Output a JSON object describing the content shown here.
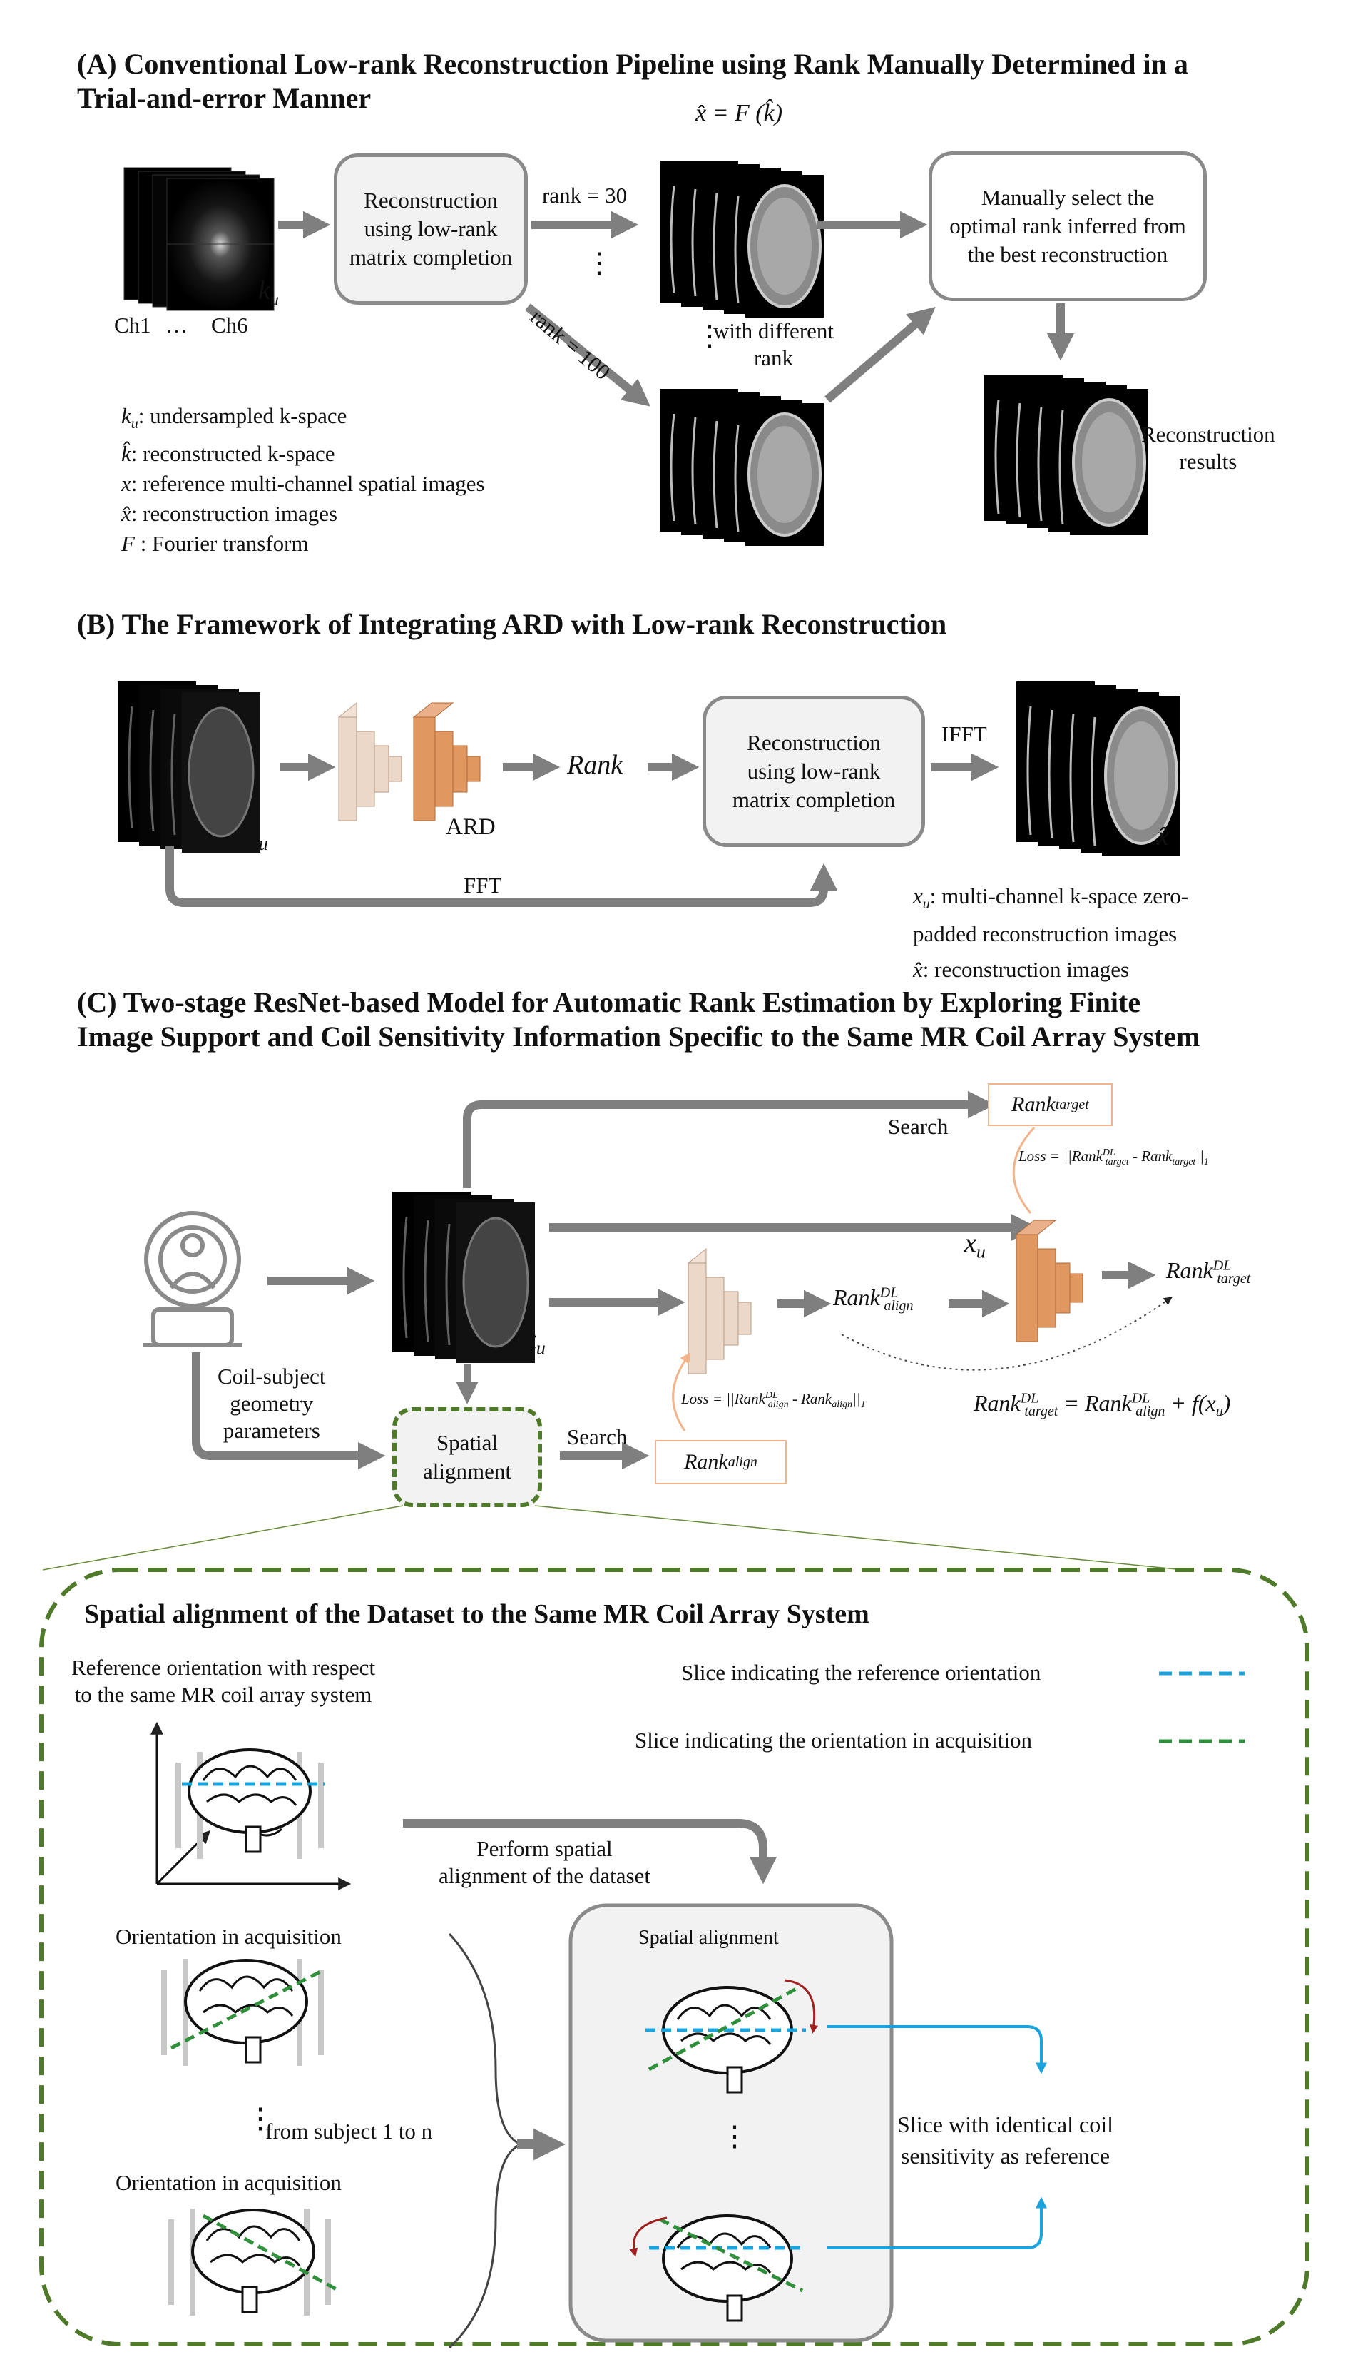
{
  "colors": {
    "arrow_gray": "#7f7f7f",
    "box_fill": "#f2f2f2",
    "box_border": "#8a8a8a",
    "ard_light": "#ecd8c8",
    "ard_dark": "#e19860",
    "orange_border": "#f2b48a",
    "green_dash": "#2f8f3a",
    "panel_border": "#4f7a2a",
    "blue_line": "#1aa3dd",
    "red_arrow": "#a02020"
  },
  "sectionA": {
    "title_line1": "(A) Conventional Low-rank Reconstruction Pipeline using Rank Manually Determined in a",
    "title_line2": "Trial-and-error Manner",
    "ch1": "Ch1",
    "dots": "…",
    "ch6": "Ch6",
    "ku": "k",
    "ku_sub": "u",
    "recon_box": "Reconstruction\nusing low-rank\nmatrix completion",
    "rank30": "rank = 30",
    "rank100": "rank = 100",
    "vdots": "⋮",
    "xhat_formula": "x̂ = F (k̂)",
    "with_diff": "with different\nrank",
    "manual_box": "Manually select the\noptimal rank inferred from\nthe best reconstruction",
    "recon_results": "Reconstruction\nresults",
    "legend": [
      {
        "sym": "k",
        "sub": "u",
        "text": ": undersampled k-space"
      },
      {
        "sym": "k̂",
        "sub": "",
        "text": ": reconstructed k-space"
      },
      {
        "sym": "x",
        "sub": "",
        "text": ": reference multi-channel spatial images"
      },
      {
        "sym": "x̂",
        "sub": "",
        "text": ": reconstruction images"
      },
      {
        "sym": "F",
        "sub": "",
        "text": " : Fourier transform"
      }
    ]
  },
  "sectionB": {
    "title": "(B) The Framework of Integrating ARD with Low-rank Reconstruction",
    "xu": "x",
    "xu_sub": "u",
    "ard": "ARD",
    "rank": "Rank",
    "recon_box": "Reconstruction\nusing low-rank\nmatrix completion",
    "ifft": "IFFT",
    "xhat": "x̂",
    "fft": "FFT",
    "legend1_sym": "x",
    "legend1_sub": "u",
    "legend1": ": multi-channel k-space zero-",
    "legend1b": "padded reconstruction images",
    "legend2_sym": "x̂",
    "legend2": ": reconstruction images"
  },
  "sectionC": {
    "title_line1": "(C) Two-stage ResNet-based Model for Automatic Rank Estimation by Exploring Finite",
    "title_line2": "Image Support and Coil Sensitivity Information Specific to the Same MR Coil Array System",
    "rank_target": "Rank",
    "rank_target_sub": "target",
    "search_top": "Search",
    "loss_top": "Loss = ||Rank",
    "loss_top_sup": "DL",
    "loss_top_sub": "target",
    "loss_top_mid": " - Rank",
    "loss_top_sub2": "target",
    "loss_top_end": "||",
    "loss_top_norm": "1",
    "xu": "x",
    "xu_sub": "u",
    "rank_target_dl": "Rank",
    "rank_target_dl_sup": "DL",
    "rank_target_dl_sub": "target",
    "rank_align_dl": "Rank",
    "rank_align_dl_sup": "DL",
    "rank_align_dl_sub": "align",
    "formula_lhs": "Rank",
    "formula_lhs_sup": "DL",
    "formula_lhs_sub": "target",
    "formula_mid": " = Rank",
    "formula_mid_sup": "DL",
    "formula_mid_sub": "align",
    "formula_end": " + f(x",
    "formula_end_sub": "u",
    "formula_close": ")",
    "coil_text": "Coil-subject\ngeometry\nparameters",
    "spatial_box": "Spatial\nalignment",
    "search_bottom": "Search",
    "loss_bottom": "Loss = ||Rank",
    "loss_bottom_sup": "DL",
    "loss_bottom_sub": "align",
    "loss_bottom_mid": " - Rank",
    "loss_bottom_sub2": "align",
    "loss_bottom_end": "||",
    "loss_bottom_norm": "1",
    "rank_align": "Rank",
    "rank_align_sub": "align"
  },
  "panel": {
    "title": "Spatial alignment of the Dataset to the Same MR Coil Array System",
    "ref_orient": "Reference orientation with respect\nto the same MR coil array system",
    "legend_ref": "Slice indicating the reference orientation",
    "legend_acq": "Slice indicating the orientation in acquisition",
    "perform": "Perform spatial\nalignment of the dataset",
    "orient_acq1": "Orientation in acquisition",
    "from_subject": "from subject 1 to n",
    "orient_acq2": "Orientation in acquisition",
    "spatial_alignment": "Spatial alignment",
    "identical": "Slice with identical coil\nsensitivity as reference",
    "vdots": "⋮"
  }
}
